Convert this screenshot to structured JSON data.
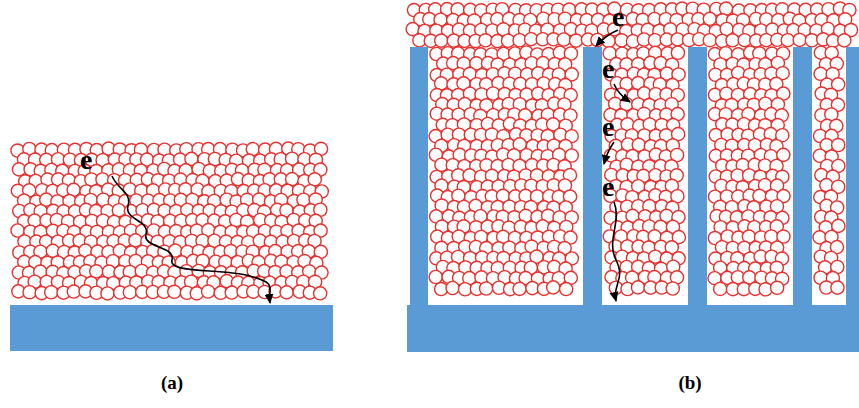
{
  "diagram": {
    "labels": [
      "e",
      "e",
      "e",
      "e",
      "e",
      "(a)",
      "(b)"
    ]
  }
}
